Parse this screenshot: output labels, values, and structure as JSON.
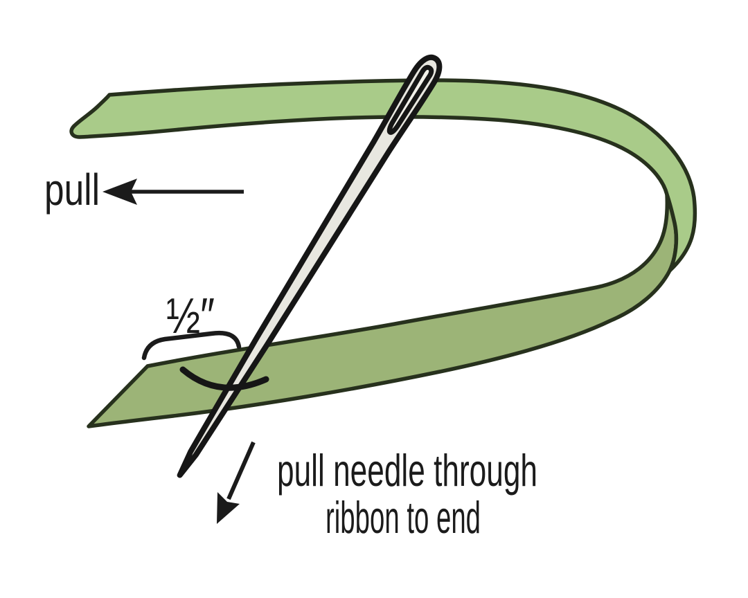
{
  "diagram": {
    "name": "ribbon-threading-step-diagram",
    "labels": {
      "pull": "pull",
      "measurement": "½″",
      "instruction_line1": "pull needle through",
      "instruction_line2": "ribbon to end"
    },
    "colors": {
      "background": "#ffffff",
      "ribbon_front": "#a9cb89",
      "ribbon_back": "#9cb477",
      "ribbon_outline": "#27311d",
      "needle_fill": "#e8e7e0",
      "needle_eye_fill": "#f2f1ea",
      "needle_outline": "#161616",
      "annotation": "#1b1b1b"
    }
  }
}
